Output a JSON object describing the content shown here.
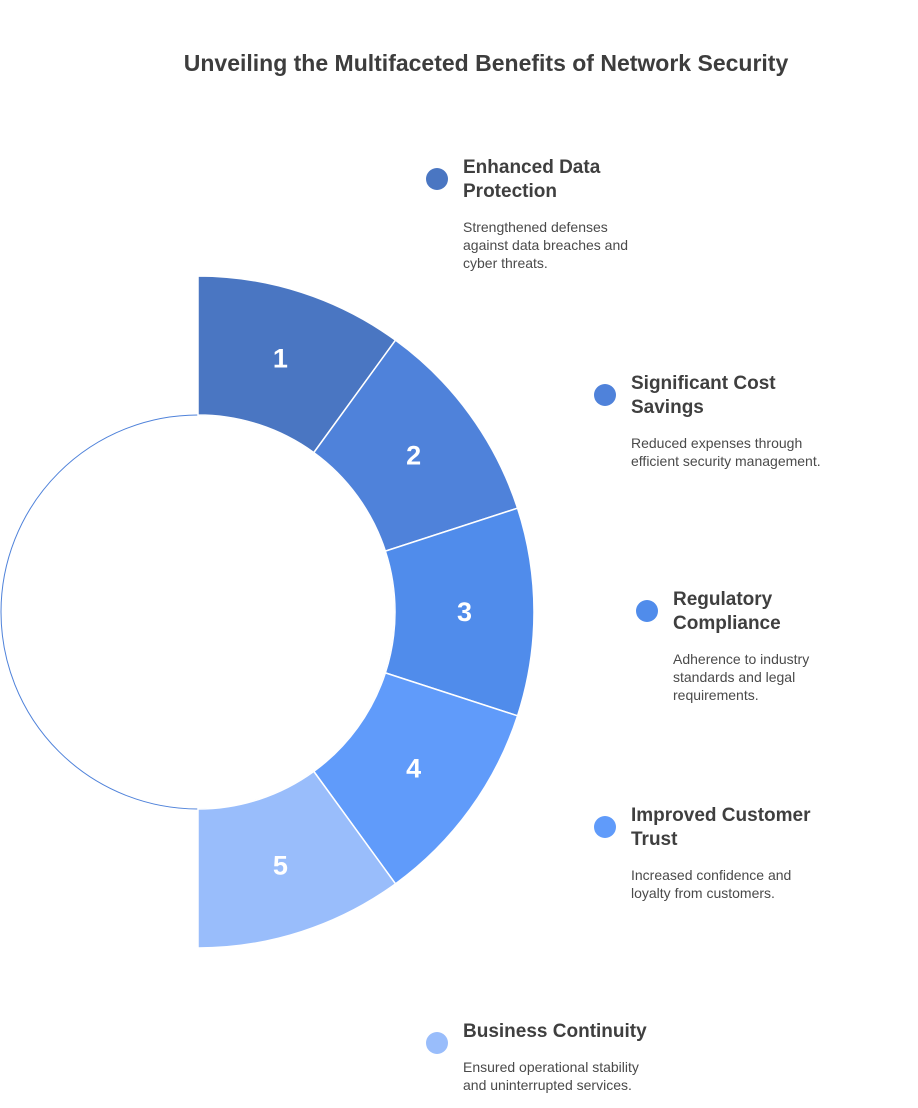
{
  "title": "Unveiling the Multifaceted Benefits of Network Security",
  "colors": [
    "#4a76c2",
    "#4f82da",
    "#508ceb",
    "#609bfa",
    "#99bdfb"
  ],
  "segments": [
    {
      "number": "1",
      "title": "Enhanced Data Protection",
      "description": "Strengthened defenses against data breaches and cyber threats."
    },
    {
      "number": "2",
      "title": "Significant Cost Savings",
      "description": "Reduced expenses through efficient security management."
    },
    {
      "number": "3",
      "title": "Regulatory Compliance",
      "description": "Adherence to industry standards and legal requirements."
    },
    {
      "number": "4",
      "title": "Improved Customer Trust",
      "description": "Increased confidence and loyalty from customers."
    },
    {
      "number": "5",
      "title": "Business Continuity",
      "description": "Ensured operational stability and uninterrupted services."
    }
  ]
}
